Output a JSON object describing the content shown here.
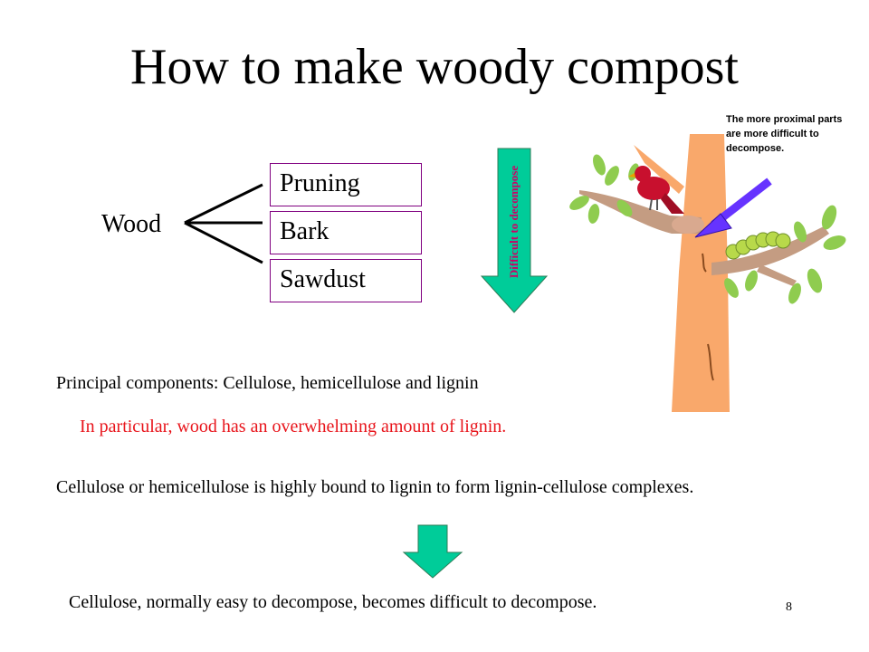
{
  "slide": {
    "title": "How to make woody compost",
    "page_number": "8"
  },
  "diagram": {
    "root_label": "Wood",
    "items": [
      "Pruning",
      "Bark",
      "Sawdust"
    ],
    "arrow_label": "Difficult to decompose",
    "tree_note": "The more proximal parts are more difficult to decompose."
  },
  "text": {
    "components": "Principal components: Cellulose, hemicellulose and lignin",
    "lignin_note": "In particular, wood has an overwhelming amount of lignin.",
    "complexes": "Cellulose or hemicellulose is highly bound to lignin to form lignin-cellulose complexes.",
    "conclusion": "Cellulose, normally easy to decompose, becomes difficult to decompose."
  },
  "colors": {
    "title": "#000000",
    "box_border": "#800080",
    "arrow_fill": "#00cc99",
    "arrow_label": "#cc0066",
    "highlight_text": "#e8141b",
    "tree_trunk": "#f9a86b",
    "pointer_arrow": "#6633ff"
  },
  "icons": [
    "tree-illustration",
    "bird-icon",
    "caterpillar-icon",
    "down-arrow-icon"
  ]
}
